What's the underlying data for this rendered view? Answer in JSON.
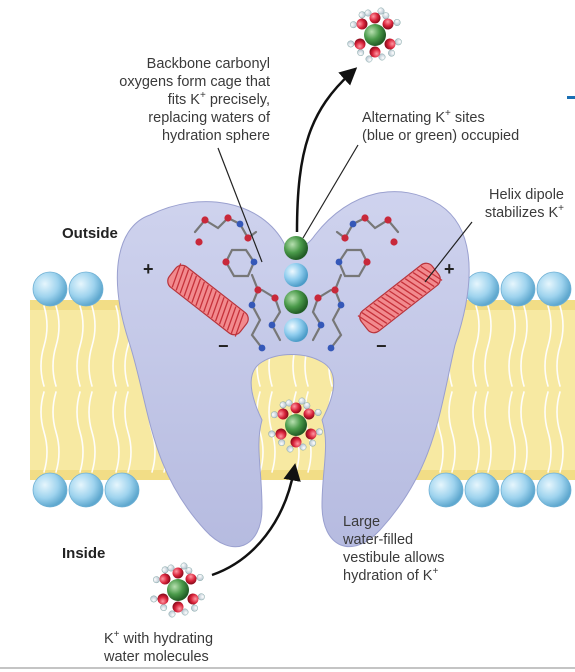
{
  "labels": {
    "carbonyl": {
      "line1": "Backbone carbonyl",
      "line2": "oxygens form cage that",
      "line3_pre": "fits K",
      "line3_sup": "+",
      "line3_post": " precisely,",
      "line4": "replacing waters of",
      "line5": "hydration sphere"
    },
    "alternating": {
      "line1_pre": "Alternating K",
      "line1_sup": "+",
      "line1_post": " sites",
      "line2": "(blue or green) occupied"
    },
    "helix": {
      "line1": "Helix dipole",
      "line2_pre": "stabilizes K",
      "line2_sup": "+"
    },
    "outside": "Outside",
    "inside": "Inside",
    "vestibule": {
      "line1": "Large",
      "line2": "water-filled",
      "line3": "vestibule allows",
      "line4_pre": "hydration of K",
      "line4_sup": "+"
    },
    "hydrating": {
      "line1_pre": "K",
      "line1_sup": "+",
      "line1_post": " with hydrating",
      "line2": "water molecules"
    }
  },
  "dipole_signs": {
    "left_plus": "+",
    "left_minus": "−",
    "right_plus": "+",
    "right_minus": "−"
  },
  "colors": {
    "protein": "#c4c9e8",
    "bilayer": "#f7e9a2",
    "headgroup": "#9ed3ee",
    "helix": "#e85d63",
    "k_green": "#4a9a4a",
    "k_blue": "#8fcdee",
    "oxygen": "#d9233a"
  }
}
